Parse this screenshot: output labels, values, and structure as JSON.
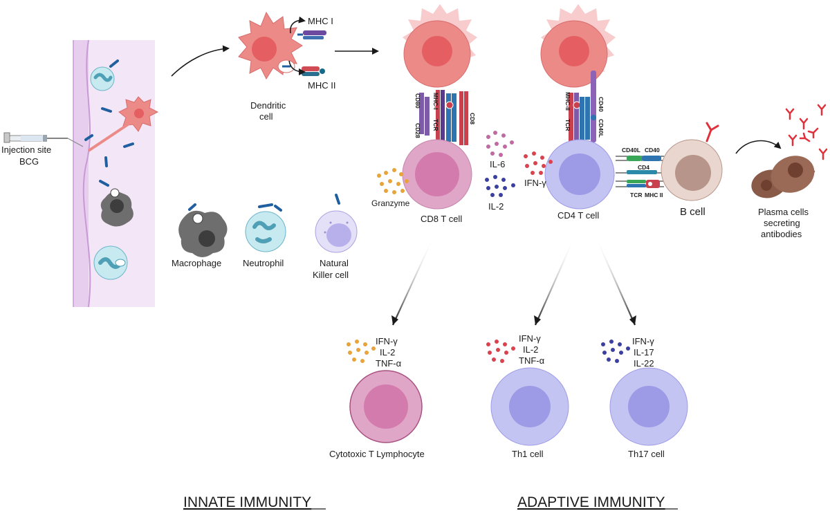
{
  "labels": {
    "injection_site": "Injection site",
    "bcg": "BCG",
    "mhc_i": "MHC I",
    "mhc_ii": "MHC II",
    "dendritic_line1": "Dendritic",
    "dendritic_line2": "cell",
    "macrophage": "Macrophage",
    "neutrophil": "Neutrophil",
    "nk_line1": "Natural",
    "nk_line2": "Killer cell",
    "granzyme": "Granzyme",
    "il6": "IL-6",
    "il2": "IL-2",
    "cd8_t_cell": "CD8 T cell",
    "ifn_gamma": "IFN-γ",
    "cd4_t_cell": "CD4 T cell",
    "b_cell": "B cell",
    "plasma_line1": "Plasma cells",
    "plasma_line2": "secreting",
    "plasma_line3": "antibodies",
    "ctl": "Cytotoxic T Lymphocyte",
    "th1": "Th1 cell",
    "th17": "Th17 cell",
    "innate": "INNATE IMMUNITY",
    "adaptive": "ADAPTIVE IMMUNITY"
  },
  "molecules": {
    "cd80": "CD80",
    "cd28": "CD28",
    "mhc1": "MHC-I",
    "tcr": "TCR",
    "cd8": "CD8",
    "mhc2": "MHC-II",
    "cd40": "CD40",
    "cd40l": "CD40L",
    "cd4": "CD4",
    "mhc_ii_small": "MHC II"
  },
  "cytokines": {
    "ctl": [
      "IFN-γ",
      "IL-2",
      "TNF-α"
    ],
    "th1": [
      "IFN-γ",
      "IL-2",
      "TNF-α"
    ],
    "th17": [
      "IFN-γ",
      "IL-17",
      "IL-22"
    ]
  },
  "colors": {
    "dendritic": "#ec8a88",
    "dendritic_core": "#e45e62",
    "cd8": "#e0a6c8",
    "cd8_core": "#d47bae",
    "cd4": "#c4c4f2",
    "cd4_core": "#9d9ae6",
    "bcell": "#e8d6cf",
    "bcell_core": "#b8958a",
    "plasma": "#8a5a48",
    "bacteria": "#1f5f9f",
    "skin": "#f1e4f6",
    "granzyme": "#e8a33a",
    "il6": "#c06aa2",
    "il2": "#3b3fa0",
    "ifn": "#d9434e",
    "antibody": "#e0303a"
  }
}
